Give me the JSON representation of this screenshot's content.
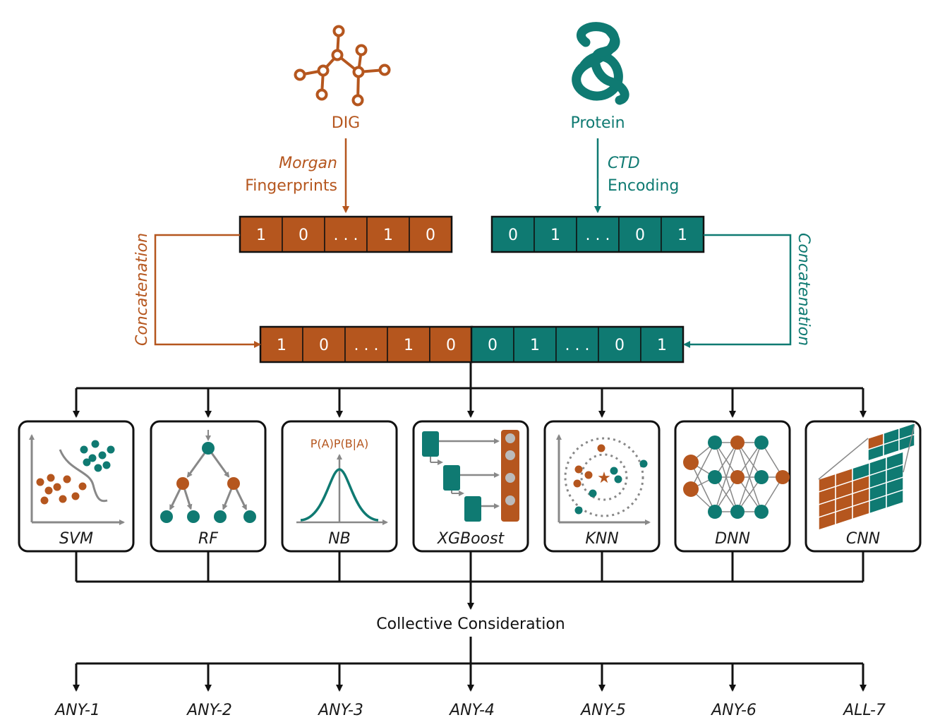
{
  "colors": {
    "orange": "#b5561e",
    "teal": "#0f7a72",
    "black": "#111111",
    "gray": "#888888"
  },
  "inputs": {
    "drug": {
      "label": "DIG",
      "method_line1": "Morgan",
      "method_line2": "Fingerprints",
      "icon": "molecule-icon"
    },
    "protein": {
      "label": "Protein",
      "method_line1": "CTD",
      "method_line2": "Encoding",
      "icon": "protein-icon"
    }
  },
  "vectors": {
    "drug": [
      "1",
      "0",
      ". . .",
      "1",
      "0"
    ],
    "protein": [
      "0",
      "1",
      ". . .",
      "0",
      "1"
    ]
  },
  "concat_label": "Concatenation",
  "models": [
    {
      "name": "SVM",
      "icon": "svm-icon"
    },
    {
      "name": "RF",
      "icon": "random-forest-icon"
    },
    {
      "name": "NB",
      "icon": "naive-bayes-icon",
      "formula": "P(A)P(B|A)"
    },
    {
      "name": "XGBoost",
      "icon": "xgboost-icon"
    },
    {
      "name": "KNN",
      "icon": "knn-icon"
    },
    {
      "name": "DNN",
      "icon": "dnn-icon"
    },
    {
      "name": "CNN",
      "icon": "cnn-icon"
    }
  ],
  "collective": "Collective Consideration",
  "outputs": [
    "ANY-1",
    "ANY-2",
    "ANY-3",
    "ANY-4",
    "ANY-5",
    "ANY-6",
    "ALL-7"
  ]
}
